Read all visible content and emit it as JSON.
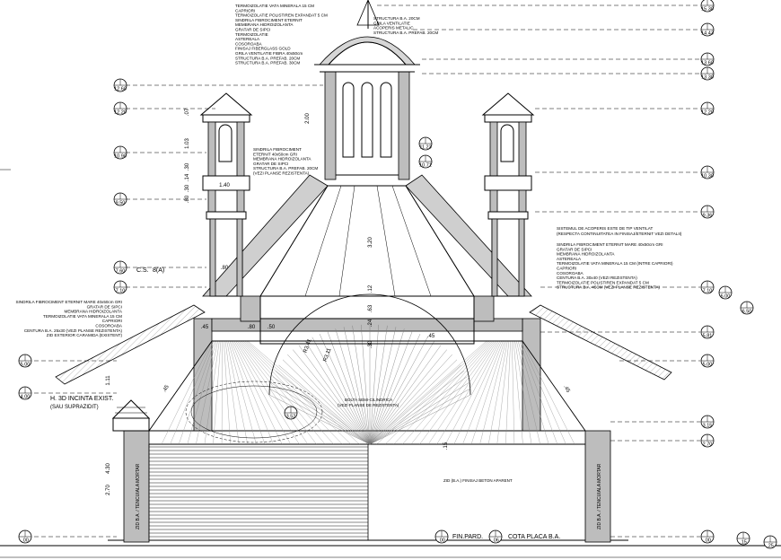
{
  "levels_left": [
    {
      "label": "12.60"
    },
    {
      "label": "12.20"
    },
    {
      "label": "10.90"
    },
    {
      "label": "9.50"
    },
    {
      "label": "7.60"
    },
    {
      "label": "7.10"
    },
    {
      "label": "5.00"
    },
    {
      "label": "4.00"
    },
    {
      "label": ".00"
    }
  ],
  "levels_right": [
    {
      "label": "15.30"
    },
    {
      "label": "14.43"
    },
    {
      "label": "13.60"
    },
    {
      "label": "13.30"
    },
    {
      "label": "12.20"
    },
    {
      "label": "10.30"
    },
    {
      "label": "9.36"
    },
    {
      "label": "7.10"
    },
    {
      "label": "6.00"
    },
    {
      "label": "6.50"
    },
    {
      "label": "5.81"
    },
    {
      "label": "5.00"
    },
    {
      "label": "3.15"
    },
    {
      "label": "2.70"
    },
    {
      "label": ".00"
    },
    {
      "label": ".15"
    },
    {
      "label": ".25"
    }
  ],
  "center_marks": [
    {
      "label": "11.23"
    },
    {
      "label": "10.71"
    },
    {
      "label": "3.52"
    },
    {
      "label": ".00"
    },
    {
      "label": ".06"
    }
  ],
  "labels": {
    "cs": "C.S.",
    "cs_elev": "8(A)",
    "height_note": "H. 3D INCINTA EXIST.",
    "height_note2": "(SAU SUPRAZIDIT)",
    "fin_pard": "FIN.PARD.",
    "cota_placa": "COTA PLACA B.A.",
    "beton_aparent": "ZID (B.A.) FINISAJ BETON APARENT",
    "boltire": "BOLTA SEMI-CILINDRICA",
    "boltire2": "(VEZI PLANSE DE REZISTENTA)",
    "wall_left": "ZID B.A. / TENCUIALA MORTAR",
    "wall_right": "ZID B.A. / TENCUIALA MORTAR",
    "acoperis_note": "SISTEMUL DE ACOPERIS ESTE DE TIP VENTILAT",
    "acoperis_note2": "(RESPECTA CONTINUITATEA IN FINISAJ/ETERNIT VEZI DETALII)"
  },
  "spec_top": [
    "TERMOIZOLATIE VATA MINERALA 15 CM",
    "CAPRIORI",
    "TERMOIZOLATIE POLISTIREN EXPANDAT 5 CM",
    "SINDRILA FIBROCIMENT ETERNIT",
    "MEMBRANA HIDROIZOLANTA",
    "GRATAR DE SIPCI",
    "TERMOIZOLATIE",
    "ASTEREALA",
    "COSOROABA",
    "FINISAJ FIBERGLASS GOLD",
    "GRILA VENTILATIE FIBRA 40x50cm",
    "STRUCTURA B.A. PREFAB. 20CM",
    "STRUCTURA B.A. PREFAB. 30CM"
  ],
  "spec_top_right": [
    "STRUCTURA B.A. 20CM",
    "GRILA VENTILATIE",
    "ACOPERIS METALIC",
    "STRUCTURA B.A. PREFAB. 20CM"
  ],
  "spec_mid": [
    "SINDRILA FIBROCIMENT",
    "ETERNIT 40x50cm GRI",
    "MEMBRANA HIDROIZOLANTA",
    "GRATAR DE SIPCI",
    "STRUCTURA B.A. PREFAB. 20CM",
    "(VEZI PLANSE REZISTENTA)"
  ],
  "spec_right": [
    "SINDRILA FIBROCIMENT ETERNIT MARE 40x50cm GRI",
    "GRATAR DE SIPCI",
    "MEMBRANA HIDROIZOLANTA",
    "ASTEREALA",
    "TERMOIZOLATIE VATA MINERALA 15 CM (INTRE CAPRIORI)",
    "CAPRIORI",
    "COSOROABA",
    "CENTURA B.A. 30x40 (VEZI REZISTENTA)",
    "TERMOIZOLATIE POLISTIREN EXPANDAT 5 CM",
    "STRUCTURA B.A. 45CM (VEZI PLANSE REZISTENTA)"
  ],
  "spec_left": [
    "SINDRILA FIBROCIMENT ETERNIT MARE 40x50cm GRI",
    "GRATAR DE SIPCI",
    "MEMBRANA HIDROIZOLANTA",
    "TERMOIZOLATIE VATA MINERALA 15 CM",
    "CAPRIORI",
    "COSOROABA",
    "CENTURA B.A. 25x30 (VEZI PLANSE REZISTENTA)",
    "ZID EXTERIOR CARAMIDA (EXISTENT)"
  ],
  "dimensions": [
    {
      "label": ".07"
    },
    {
      "label": "1.03"
    },
    {
      "label": ".30"
    },
    {
      "label": ".14"
    },
    {
      "label": ".30"
    },
    {
      "label": ".80"
    },
    {
      "label": "1.40"
    },
    {
      "label": ".80"
    },
    {
      "label": ".45"
    },
    {
      "label": ".80"
    },
    {
      "label": ".50"
    },
    {
      "label": "2.00"
    },
    {
      "label": "3.20"
    },
    {
      "label": ".45"
    },
    {
      "label": "1.11"
    },
    {
      "label": "4.30"
    },
    {
      "label": "2.70"
    },
    {
      "label": ".15"
    },
    {
      "label": ".45"
    },
    {
      "label": ".45"
    },
    {
      "label": ".30"
    },
    {
      "label": ".24"
    },
    {
      "label": ".63"
    },
    {
      "label": ".12"
    },
    {
      "label": "R3.41"
    },
    {
      "label": "R3.11"
    }
  ]
}
